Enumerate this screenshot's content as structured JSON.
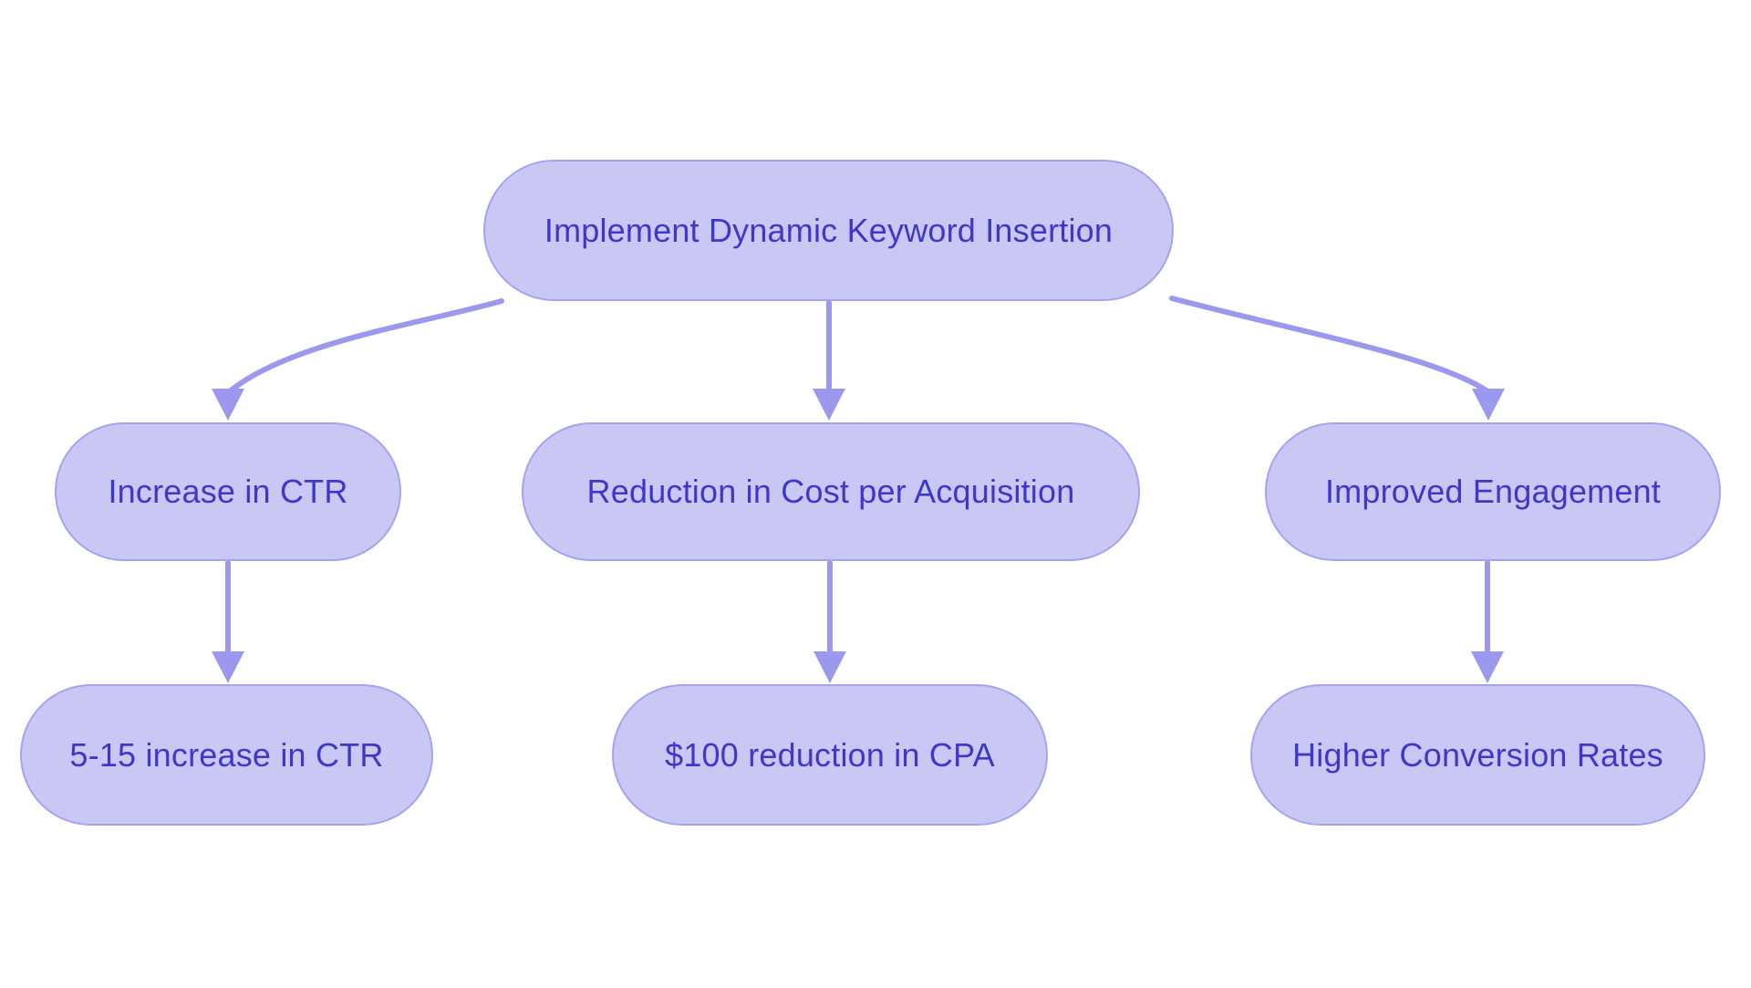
{
  "diagram": {
    "background": "#ffffff",
    "colors": {
      "node_fill": "#c9c8f5",
      "node_border": "#a5a2f0",
      "edge": "#9b98ed",
      "text": "#3d38c7"
    },
    "nodes": [
      {
        "id": "root",
        "label": "Implement Dynamic Keyword Insertion"
      },
      {
        "id": "increase-ctr",
        "label": "Increase in CTR"
      },
      {
        "id": "reduction-cpa",
        "label": "Reduction in Cost per Acquisition"
      },
      {
        "id": "improved-engagement",
        "label": "Improved Engagement"
      },
      {
        "id": "ctr-result",
        "label": "5-15 increase in CTR"
      },
      {
        "id": "cpa-result",
        "label": "$100 reduction in CPA"
      },
      {
        "id": "conversion-result",
        "label": "Higher Conversion Rates"
      }
    ],
    "edges": [
      {
        "from": "root",
        "to": "increase-ctr"
      },
      {
        "from": "root",
        "to": "reduction-cpa"
      },
      {
        "from": "root",
        "to": "improved-engagement"
      },
      {
        "from": "increase-ctr",
        "to": "ctr-result"
      },
      {
        "from": "reduction-cpa",
        "to": "cpa-result"
      },
      {
        "from": "improved-engagement",
        "to": "conversion-result"
      }
    ]
  }
}
